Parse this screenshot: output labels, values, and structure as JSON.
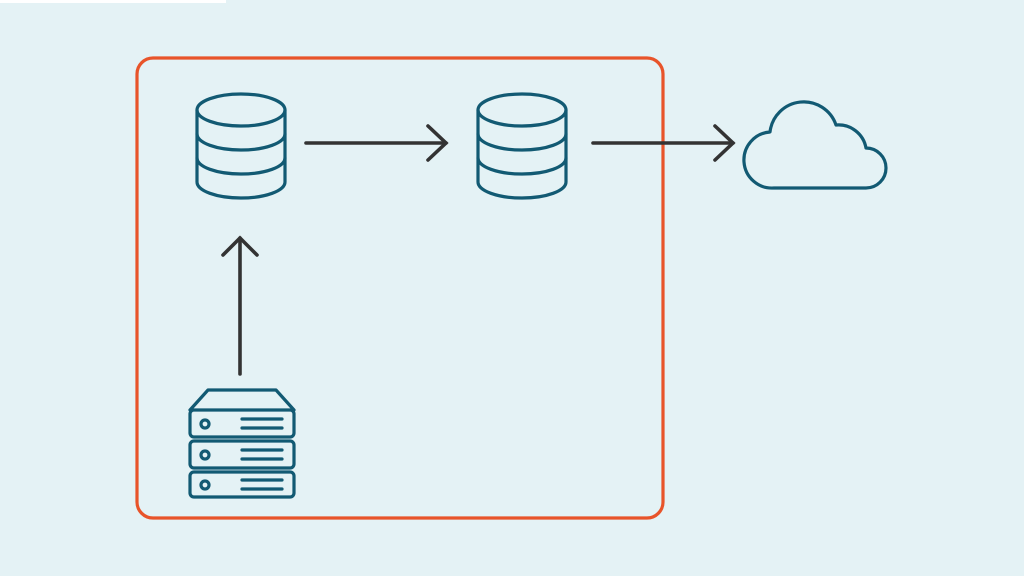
{
  "diagram": {
    "colors": {
      "background": "#e4f2f5",
      "boundary": "#e8542a",
      "icon": "#125a73",
      "arrow": "#333333",
      "strip": "#ffffff"
    },
    "nodes": [
      {
        "id": "database-primary",
        "icon": "database-icon"
      },
      {
        "id": "database-replica",
        "icon": "database-icon"
      },
      {
        "id": "cloud",
        "icon": "cloud-icon"
      },
      {
        "id": "server-stack",
        "icon": "server-rack-icon"
      }
    ],
    "edges": [
      {
        "from": "server-stack",
        "to": "database-primary"
      },
      {
        "from": "database-primary",
        "to": "database-replica"
      },
      {
        "from": "database-replica",
        "to": "cloud"
      }
    ],
    "boundary": {
      "contains": [
        "database-primary",
        "database-replica",
        "server-stack"
      ]
    }
  }
}
